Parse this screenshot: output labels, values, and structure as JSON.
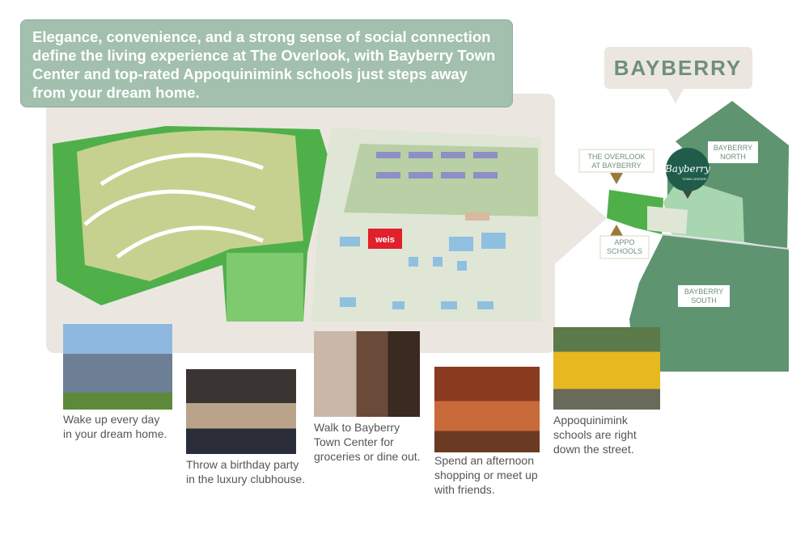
{
  "headline": "Elegance, convenience, and a strong sense of social connection define the living experience at The Overlook, with Bayberry Town Center and top-rated Appoquinimink schools just steps away from your dream home.",
  "site_plan": {
    "store_sign": "weis"
  },
  "area_map": {
    "title": "BAYBERRY",
    "labels": {
      "overlook": "THE OVERLOOK\nAT BAYBERRY",
      "schools": "APPO\nSCHOOLS",
      "north": "BAYBERRY\nNORTH",
      "south": "BAYBERRY\nSOUTH",
      "town_center_logo": "Bayberry",
      "town_center_sub": "TOWN CENTER"
    },
    "colors": {
      "region": "#5e9470",
      "light_region": "#a8d6b0",
      "label_text": "#6f8f7c",
      "pointer": "#9a7a3c"
    }
  },
  "features": [
    {
      "caption": "Wake up every day\nin your dream home."
    },
    {
      "caption": "Throw a birthday party\nin the luxury clubhouse."
    },
    {
      "caption": "Walk to Bayberry\nTown Center for\ngroceries or dine out."
    },
    {
      "caption": "Spend an afternoon\nshopping or meet up\nwith friends."
    },
    {
      "caption": "Appoquinimink\nschools are right\ndown the street."
    }
  ]
}
